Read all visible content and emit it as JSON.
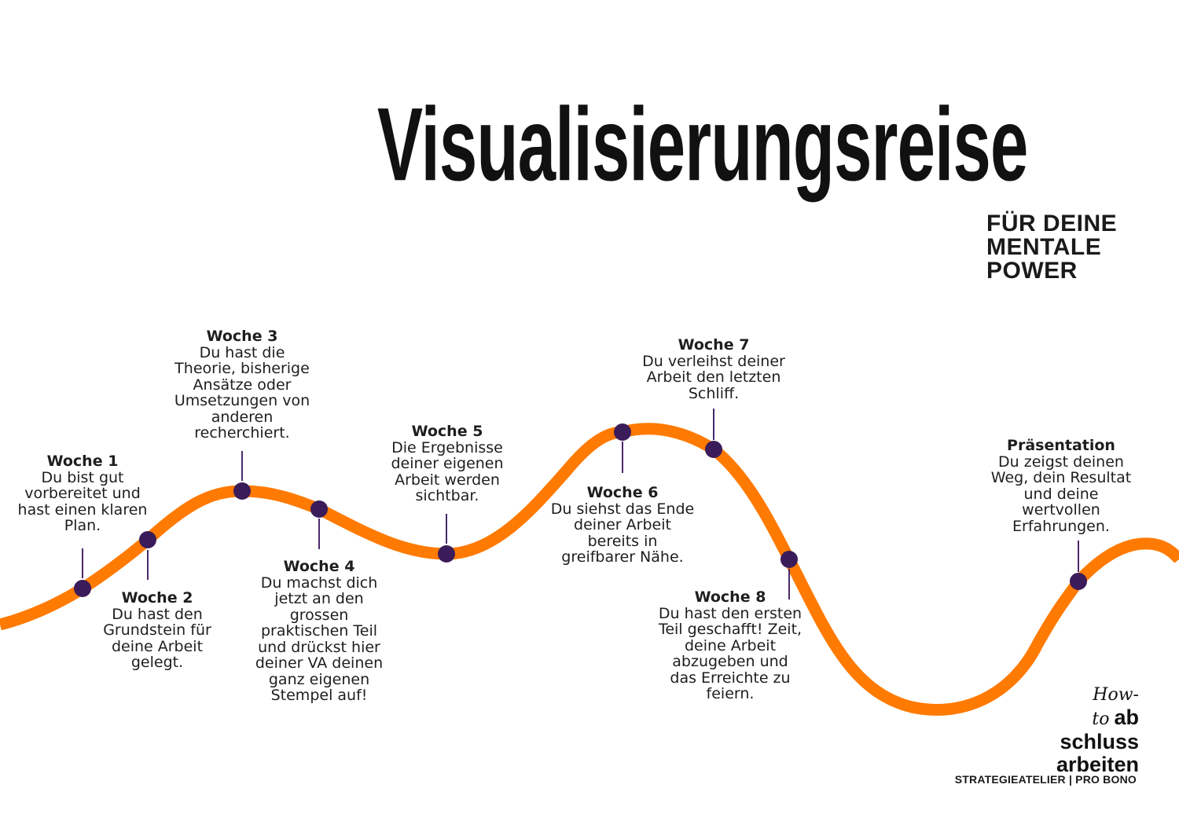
{
  "title": "Visualisierungsreise",
  "subtitle": [
    "FÜR DEINE",
    "MENTALE",
    "POWER"
  ],
  "colors": {
    "wave": "#ff7a00",
    "dot": "#3b1c5a",
    "connector": "#4a2a6a",
    "text": "#1e1e1e"
  },
  "milestones": [
    {
      "week": "Woche 1",
      "text": "Du bist gut\nvorbereitet und\nhast einen klaren\nPlan."
    },
    {
      "week": "Woche 2",
      "text": "Du hast den\nGrundstein für\ndeine Arbeit\ngelegt."
    },
    {
      "week": "Woche 3",
      "text": "Du hast die\nTheorie, bisherige\nAnsätze oder\nUmsetzungen von\nanderen\nrecherchiert."
    },
    {
      "week": "Woche 4",
      "text": "Du machst dich\njetzt an den\ngrossen\npraktischen Teil\nund drückst hier\ndeiner VA deinen\nganz eigenen\nStempel auf!"
    },
    {
      "week": "Woche 5",
      "text": "Die Ergebnisse\ndeiner eigenen\nArbeit werden\nsichtbar."
    },
    {
      "week": "Woche 6",
      "text": "Du siehst das Ende\ndeiner Arbeit\nbereits in\ngreifbarer Nähe."
    },
    {
      "week": "Woche 7",
      "text": "Du verleihst deiner\nArbeit den letzten\nSchliff."
    },
    {
      "week": "Woche 8",
      "text": "Du hast den ersten\nTeil geschafft! Zeit,\ndeine Arbeit\nabzugeben und\ndas Erreichte zu\nfeiern."
    },
    {
      "week": "Präsentation",
      "text": "Du zeigst deinen\nWeg, dein Resultat\nund deine\nwertvollen\nErfahrungen."
    }
  ],
  "logo": {
    "howto": "How-to",
    "ab": "ab",
    "line2": "schluss",
    "line3": "arbeiten"
  },
  "footer": "STRATEGIEATELIER | PRO BONO"
}
